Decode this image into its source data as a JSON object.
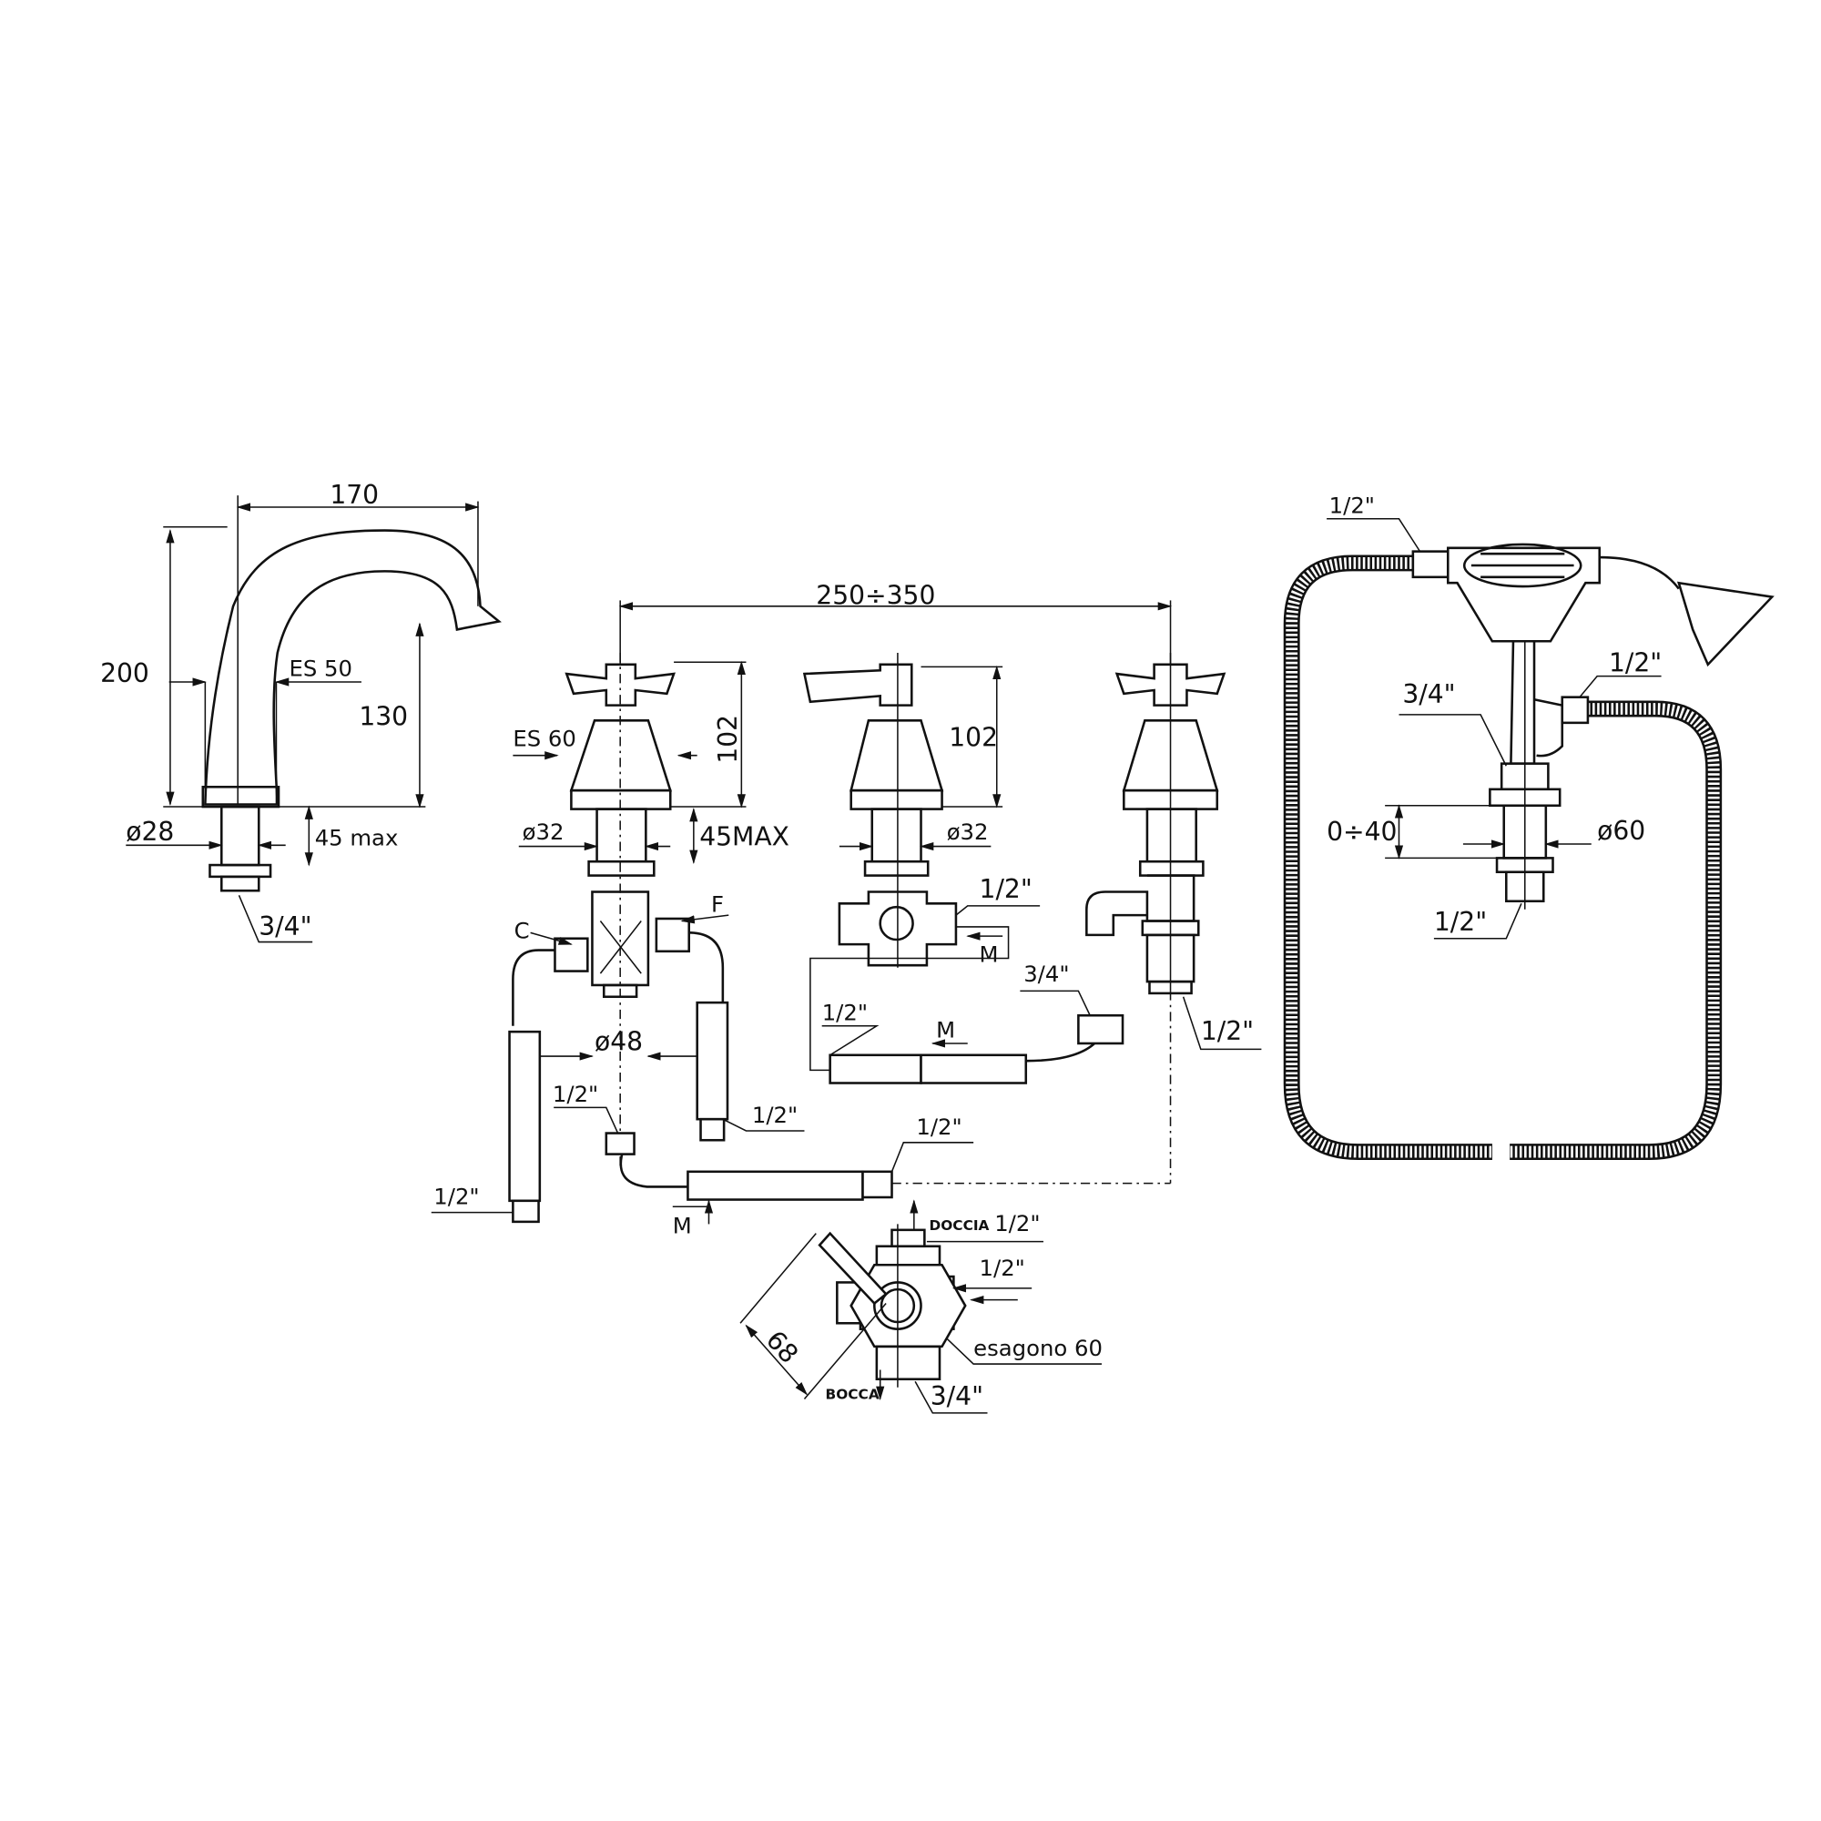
{
  "spout": {
    "width": "170",
    "height": "200",
    "hex": "ES 50",
    "outlet_height": "130",
    "diameter": "ø28",
    "max_thickness": "45 max",
    "thread": "3/4\""
  },
  "left_valve": {
    "spacing": "250÷350",
    "hex": "ES 60",
    "height": "102",
    "diameter": "ø32",
    "max_thickness": "45MAX",
    "cold": "C",
    "hot": "F",
    "body_diameter": "ø48",
    "hose_connection": "1/2\"",
    "hose_right": "1/2\"",
    "hose_left": "1/2\"",
    "hose_long": "1/2\"",
    "male": "M"
  },
  "middle_valve": {
    "height": "102",
    "diameter": "ø32",
    "outlet": "1/2\"",
    "male": "M",
    "elbow": "3/4\"",
    "hose": "1/2\"",
    "hose_male": "M"
  },
  "right_valve": {
    "thread": "1/2\""
  },
  "hand_shower": {
    "hose_top": "1/2\"",
    "outlet": "1/2\"",
    "nut": "3/4\"",
    "thickness": "0÷40",
    "diameter": "ø60",
    "thread": "1/2\""
  },
  "diverter": {
    "shower_label": "DOCCIA",
    "shower_thread": "1/2\"",
    "inlet": "1/2\"",
    "hex": "esagono 60",
    "size": "68",
    "spout_label": "BOCCA",
    "spout_thread": "3/4\""
  }
}
